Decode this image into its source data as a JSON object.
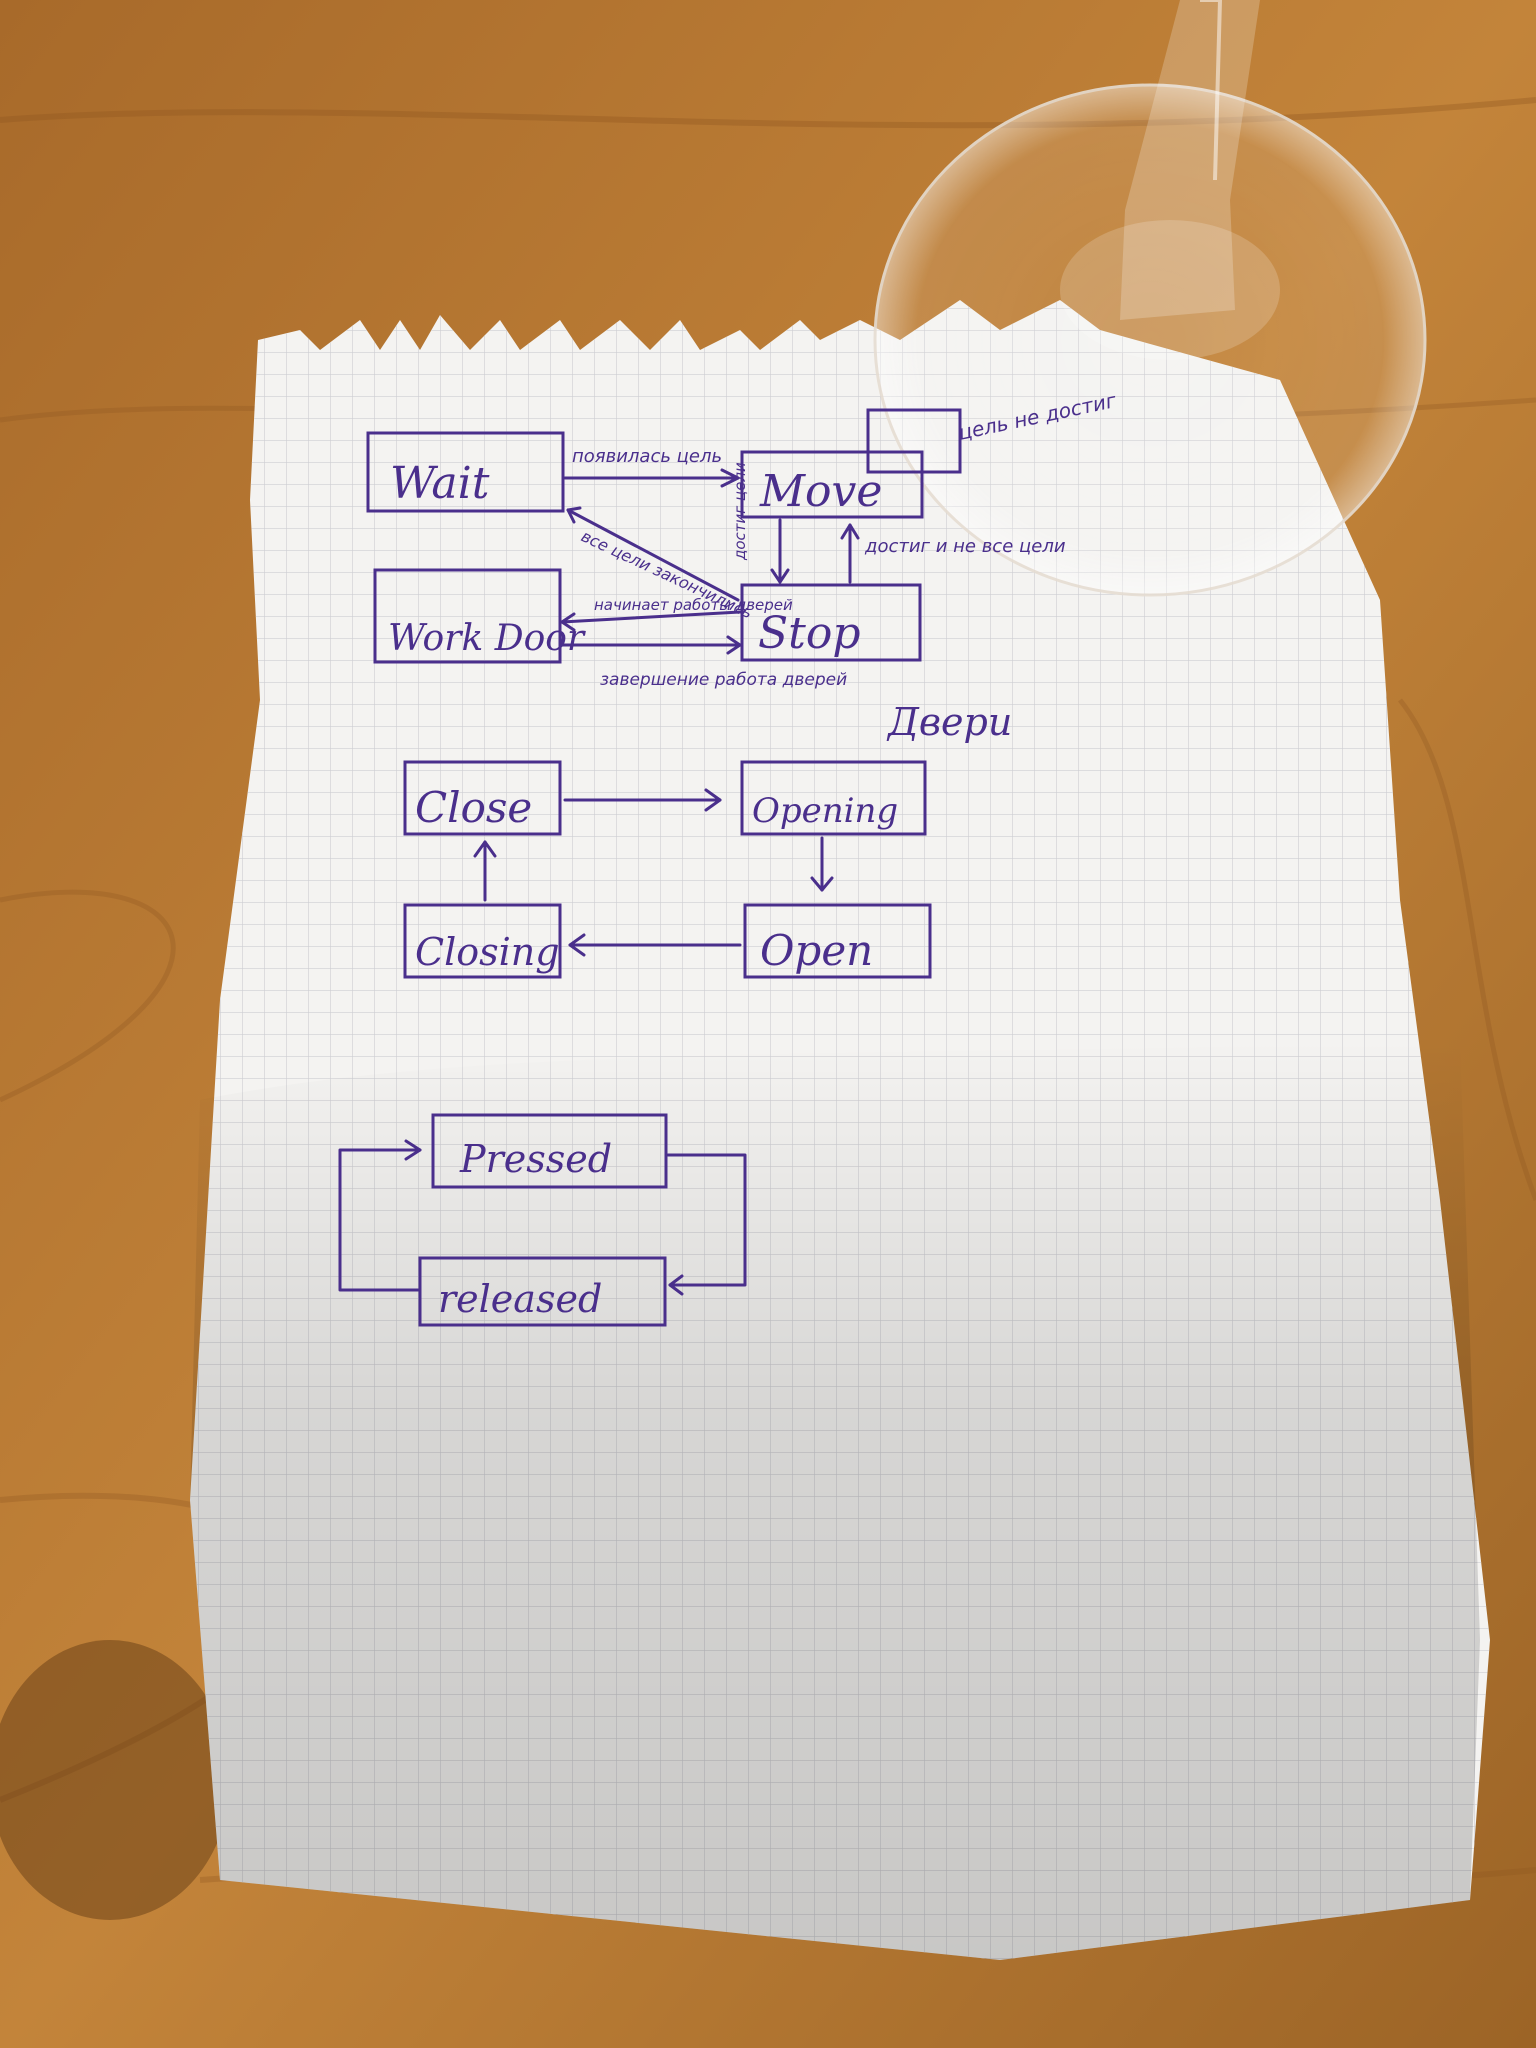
{
  "scene": {
    "description_items": [
      "wooden-table",
      "torn-graph-paper-sheet",
      "wine-glass-base"
    ]
  },
  "elevator_diagram": {
    "states": {
      "wait": "Wait",
      "move": "Move",
      "stop": "Stop",
      "work_door": "Work Door",
      "target_box": ""
    },
    "edges": {
      "wait_to_move": "появилась цель",
      "stop_to_wait": "все цели закончились",
      "move_to_stop": "достиг цели",
      "stop_to_move": "достиг и не все цели",
      "stop_to_workdoor": "начинает работы дверей",
      "workdoor_to_stop": "завершение работа дверей",
      "target_note": "цель не достиг"
    }
  },
  "door_diagram": {
    "title": "Двери",
    "states": {
      "close": "Close",
      "opening": "Opening",
      "open": "Open",
      "closing": "Closing"
    }
  },
  "button_diagram": {
    "states": {
      "pressed": "Pressed",
      "released": "released"
    }
  },
  "colors": {
    "ink": "#4a2f8c",
    "paper": "#f4f3f1",
    "grid": "#c9c9cf",
    "wood": "#b9772f"
  }
}
